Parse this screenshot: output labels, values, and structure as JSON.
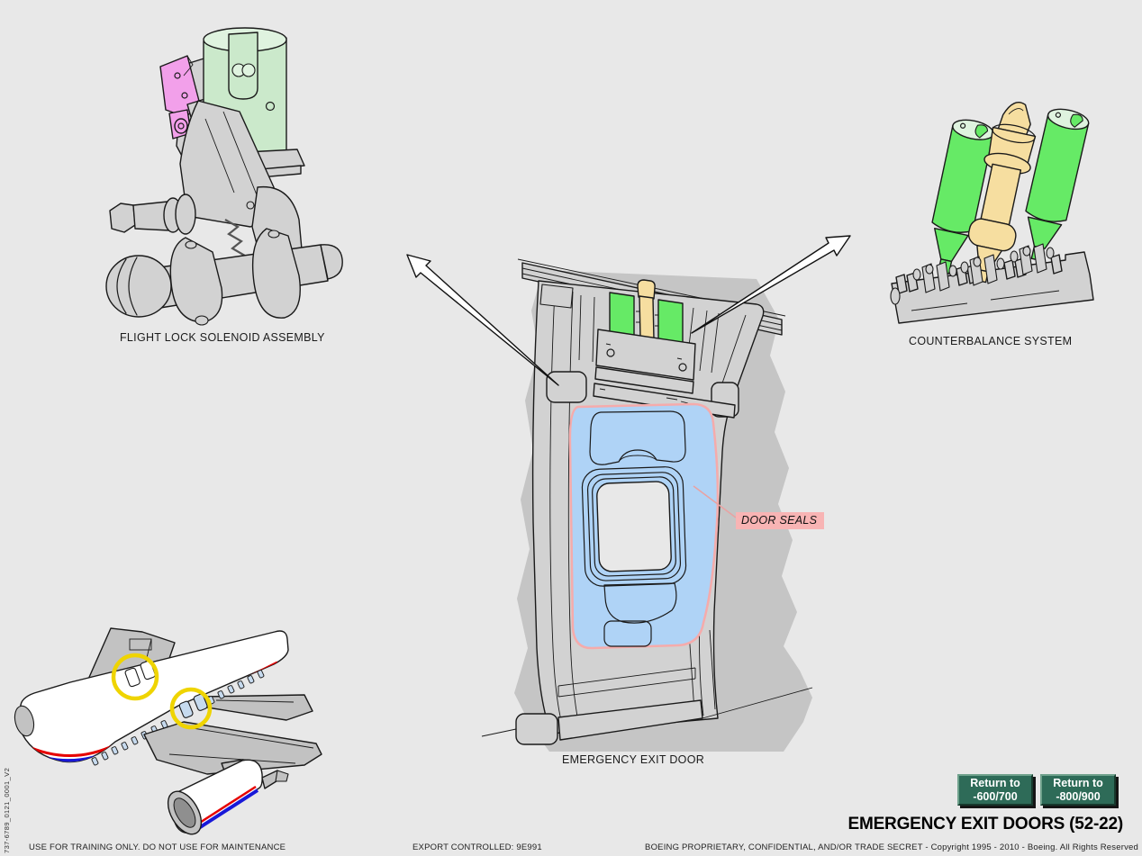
{
  "page": {
    "title": "EMERGENCY EXIT DOORS (52-22)",
    "document_number": "737-6789_0121_0001_V2"
  },
  "callouts": {
    "flight_lock_solenoid": "FLIGHT LOCK SOLENOID ASSEMBLY",
    "counterbalance_system": "COUNTERBALANCE SYSTEM",
    "door_seals": "DOOR SEALS",
    "emergency_exit_door": "EMERGENCY EXIT DOOR"
  },
  "buttons": {
    "return_600_700": {
      "line1": "Return to",
      "line2": "-600/700"
    },
    "return_800_900": {
      "line1": "Return to",
      "line2": "-800/900"
    }
  },
  "footer": {
    "training_notice": "USE FOR TRAINING ONLY. DO NOT USE FOR MAINTENANCE",
    "export_notice": "EXPORT CONTROLLED: 9E991",
    "proprietary_notice": "BOEING PROPRIETARY, CONFIDENTIAL, AND/OR TRADE SECRET - Copyright 1995 - 2010 - Boeing. All Rights Reserved"
  },
  "colors": {
    "background": "#E8E8E8",
    "illustration_gray": "#D2D2D2",
    "shadow_gray": "#C5C5C5",
    "highlight_green_bright": "#66EA66",
    "solenoid_green": "#CBE9CB",
    "highlight_pink_magenta": "#F2A0EA",
    "seal_blue": "#AFD3F6",
    "seal_outline_pink": "#F5ABAB",
    "door_seals_label_bg": "#F8B4B4",
    "counterbalance_yellow": "#F6DEA0",
    "button_green": "#2E6B58",
    "circle_yellow": "#EFD400",
    "livery_red": "#E60000",
    "livery_blue": "#1818D8",
    "window_blue": "#C6DAEE"
  }
}
